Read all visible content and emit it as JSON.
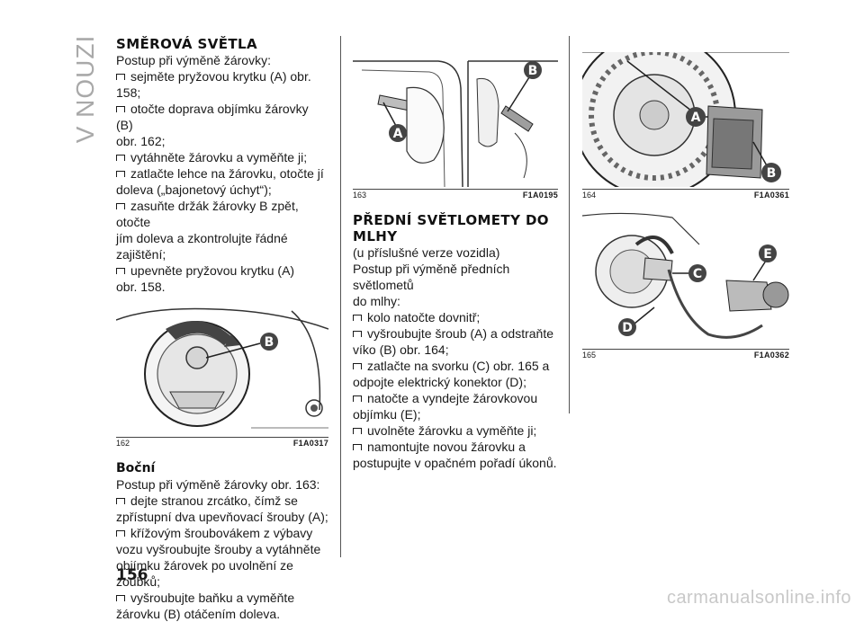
{
  "side_tab": "V NOUZI",
  "col1": {
    "title": "SMĚROVÁ SVĚTLA",
    "intro": "Postup při výměně žárovky:",
    "steps": [
      [
        "sejměte pryžovou krytku (A) obr. 158;"
      ],
      [
        "otočte doprava objímku žárovky (B)",
        "obr. 162;"
      ],
      [
        "vytáhněte žárovku a vyměňte ji;"
      ],
      [
        "zatlačte lehce na žárovku, otočte jí",
        "doleva („bajonetový úchyt“);"
      ],
      [
        "zasuňte držák žárovky B zpět, otočte",
        "jím doleva a zkontrolujte řádné zajištění;"
      ],
      [
        "upevněte pryžovou krytku (A)",
        "obr. 158."
      ]
    ],
    "figure": {
      "number": "162",
      "code": "F1A0317",
      "labels": [
        "B"
      ]
    },
    "subtitle": "Boční",
    "intro2": "Postup při výměně žárovky obr. 163:",
    "steps2": [
      [
        "dejte stranou zrcátko, čímž se",
        "zpřístupní dva upevňovací šrouby (A);"
      ],
      [
        "křížovým šroubovákem z výbavy",
        "vozu vyšroubujte šrouby a vytáhněte",
        "objímku žárovek po uvolnění ze",
        "zoubků;"
      ],
      [
        "vyšroubujte baňku a vyměňte",
        "žárovku (B) otáčením doleva."
      ]
    ]
  },
  "col2": {
    "figure": {
      "number": "163",
      "code": "F1A0195",
      "labels": [
        "A",
        "B"
      ]
    },
    "title": [
      "PŘEDNÍ SVĚTLOMETY DO",
      "MLHY"
    ],
    "note": "(u příslušné verze vozidla)",
    "intro": [
      "Postup při výměně předních světlometů",
      "do mlhy:"
    ],
    "steps": [
      [
        "kolo natočte dovnitř;"
      ],
      [
        "vyšroubujte šroub (A) a odstraňte",
        "víko (B) obr. 164;"
      ],
      [
        "zatlačte na svorku (C) obr. 165 a",
        "odpojte elektrický konektor (D);"
      ],
      [
        "natočte a vyndejte žárovkovou",
        "objímku (E);"
      ],
      [
        "uvolněte žárovku a vyměňte ji;"
      ],
      [
        "namontujte novou žárovku a",
        "postupujte v opačném pořadí úkonů."
      ]
    ]
  },
  "col3": {
    "figure1": {
      "number": "164",
      "code": "F1A0361",
      "labels": [
        "A",
        "B"
      ]
    },
    "figure2": {
      "number": "165",
      "code": "F1A0362",
      "labels": [
        "C",
        "E",
        "D"
      ]
    }
  },
  "page_number": "156",
  "footer": "carmanualsonline.info"
}
